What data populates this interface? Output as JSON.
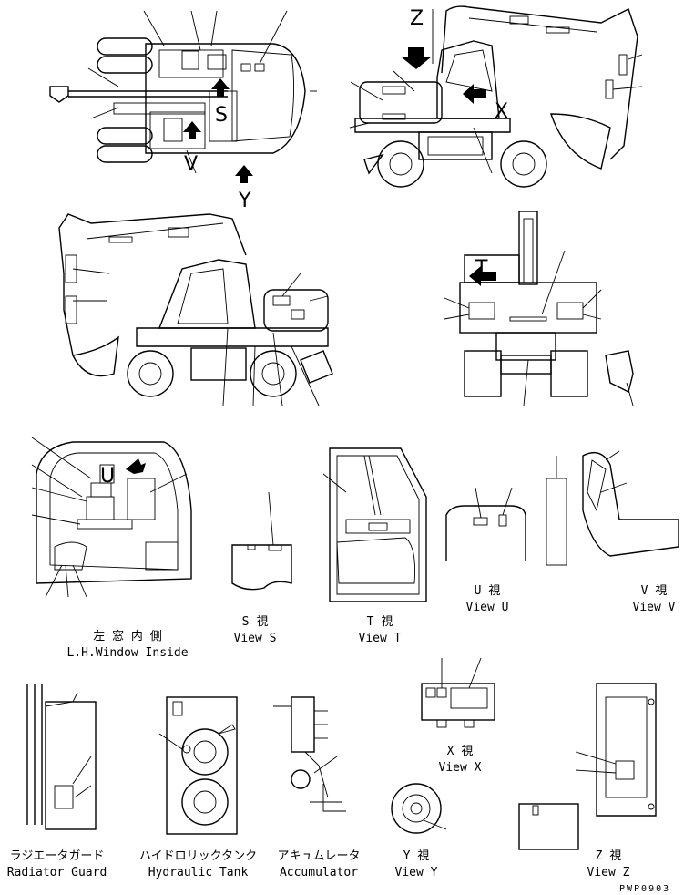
{
  "letters": {
    "z": "Z",
    "x": "X",
    "s": "S",
    "t": "T",
    "u": "U",
    "v": "V",
    "y": "Y"
  },
  "captions": {
    "lh_window": {
      "jp": "左 窓 内 側",
      "en": "L.H.Window Inside"
    },
    "view_s": {
      "jp": "S  視",
      "en": "View S"
    },
    "view_t": {
      "jp": "T  視",
      "en": "View T"
    },
    "view_u": {
      "jp": "U  視",
      "en": "View U"
    },
    "view_v": {
      "jp": "V  視",
      "en": "View V"
    },
    "radiator": {
      "jp": "ラジエータガード",
      "en": "Radiator Guard"
    },
    "hydraulic": {
      "jp": "ハイドロリックタンク",
      "en": "Hydraulic Tank"
    },
    "accumulator": {
      "jp": "アキュムレータ",
      "en": "Accumulator"
    },
    "view_x": {
      "jp": "X  視",
      "en": "View X"
    },
    "view_y": {
      "jp": "Y  視",
      "en": "View Y"
    },
    "view_z": {
      "jp": "Z  視",
      "en": "View Z"
    }
  },
  "drawing_code": "PWP0903"
}
